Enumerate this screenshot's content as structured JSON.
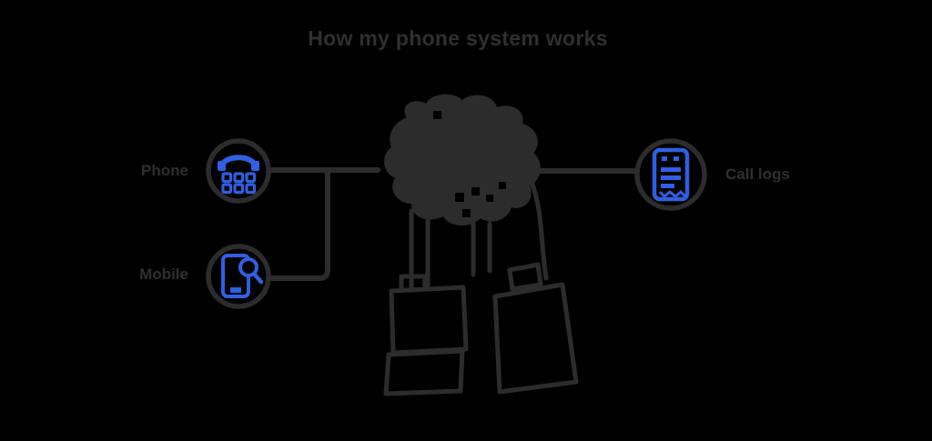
{
  "title": "How my phone system works",
  "nodes": {
    "phone": {
      "label": "Phone",
      "icon": "phone-keypad-icon"
    },
    "mobile": {
      "label": "Mobile",
      "icon": "mobile-search-icon"
    },
    "logs": {
      "label": "Call logs",
      "icon": "receipt-icon"
    }
  },
  "illustration": {
    "center": "cloud-scribble-illustration",
    "bottom_left": "stacked-boxes",
    "bottom_right": "tilted-box"
  },
  "colors": {
    "background": "#000000",
    "line": "#2c2c2c",
    "accent_blue": "#2f5fe2",
    "text": "#2f2f2f"
  }
}
